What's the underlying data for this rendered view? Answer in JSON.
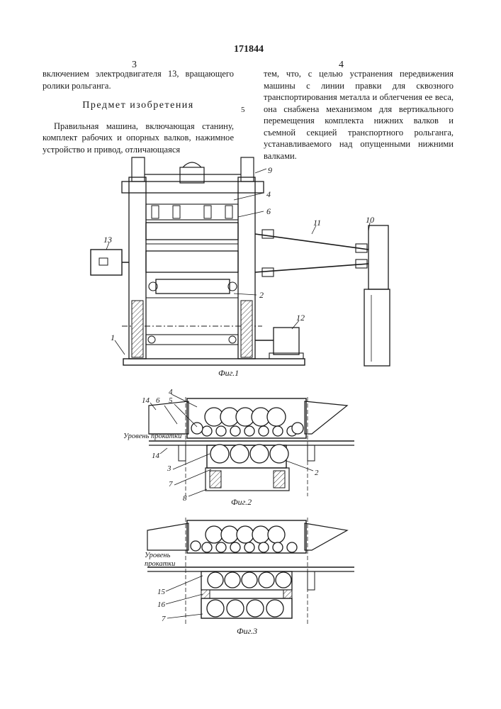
{
  "patent_number": "171844",
  "left_column": {
    "page_number": "3",
    "continuation_text": "включением электродвигателя 13, вращающего ролики рольганга.",
    "heading": "Предмет изобретения",
    "claim_text": "Правильная машина, включающая станину, комплект рабочих и опорных валков, нажимное устройство и привод, отличающаяся"
  },
  "right_column": {
    "page_number": "4",
    "text": "тем, что, с целью устранения передвижения машины с линии правки для сквозного транспортирования металла и облегчения ее веса, она снабжена механизмом для вертикального перемещения комплекта нижних валков и съемной секцией транспортного рольганга, устанавливаемого над опущенными нижними валками."
  },
  "line_number_marker": "5",
  "figures": {
    "fig1": {
      "caption": "Фиг.1",
      "labels": [
        "9",
        "4",
        "6",
        "11",
        "10",
        "13",
        "2",
        "12",
        "1"
      ]
    },
    "fig2": {
      "caption": "Фиг.2",
      "labels": [
        "4",
        "14",
        "6",
        "5",
        "14",
        "3",
        "7",
        "8",
        "2"
      ],
      "level_label": "Уровень прокатки"
    },
    "fig3": {
      "caption": "Фиг.3",
      "labels": [
        "15",
        "16",
        "7"
      ],
      "level_label_line1": "Уровень",
      "level_label_line2": "прокатки"
    }
  }
}
